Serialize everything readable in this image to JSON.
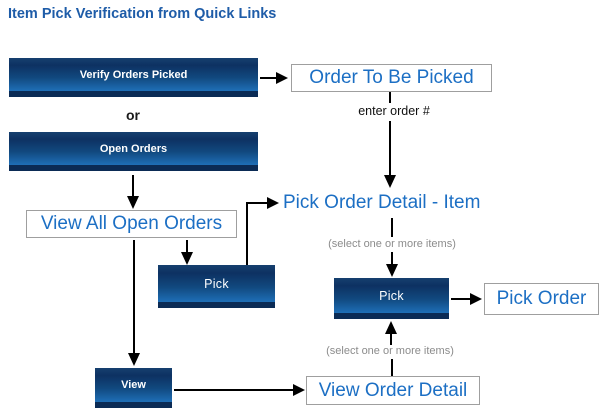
{
  "title": "Item Pick Verification from Quick Links",
  "colors": {
    "title_blue": "#1e5ca8",
    "link_blue": "#1c6fc4",
    "button_gradient_top": "#0d3162",
    "button_gradient_bottom": "#1e6fb7",
    "button_bottom_strip": "#0b2b55",
    "box_border_gray": "#9f9f9f",
    "note_gray": "#8c8c8c",
    "connector_black": "#000000"
  },
  "buttons": {
    "verify_orders_picked": "Verify Orders Picked",
    "open_orders": "Open Orders",
    "pick_left": "Pick",
    "pick_right": "Pick",
    "view": "View"
  },
  "pages": {
    "order_to_be_picked": "Order To Be Picked",
    "view_all_open_orders": "View All Open Orders",
    "pick_order_detail_item": "Pick Order Detail - Item",
    "pick_order": "Pick Order",
    "view_order_detail": "View Order Detail"
  },
  "labels": {
    "or": "or",
    "enter_order": "enter order #",
    "select_items_top": "(select one or more items)",
    "select_items_bottom": "(select one or more items)"
  }
}
